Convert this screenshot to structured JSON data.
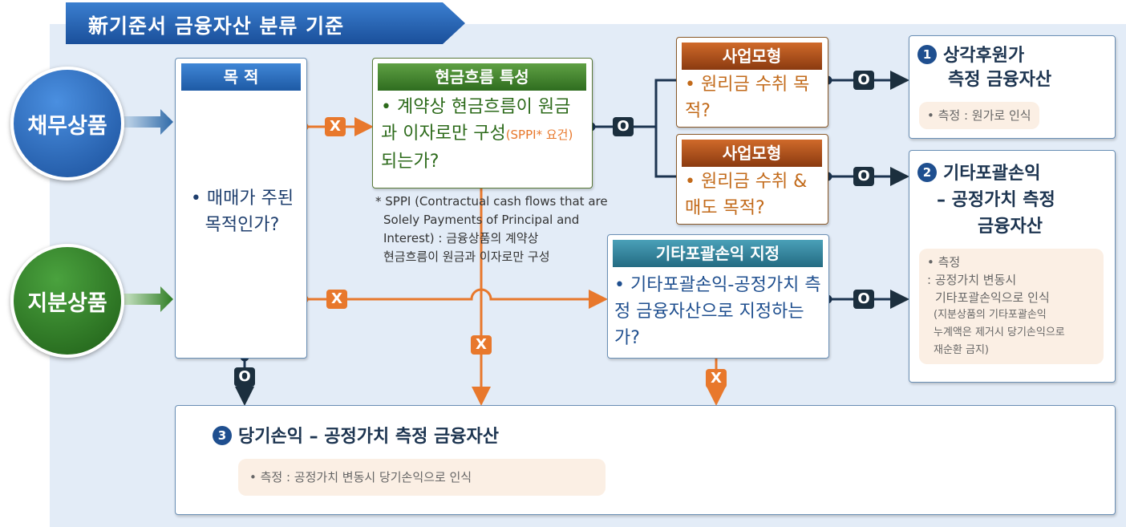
{
  "title": "新기준서 금융자산 분류 기준",
  "inputs": {
    "debt": "채무상품",
    "equity": "지분상품"
  },
  "purpose": {
    "header": "목 적",
    "question": "매매가 주된 목적인가?"
  },
  "cashflow": {
    "header": "현금흐름 특성",
    "question_a": "계약상 현금흐름이 원금과 이자로만",
    "question_b": "구성",
    "question_sppi": "(SPPI* 요건)",
    "question_c": "되는가?"
  },
  "sppi_note": {
    "l1": "* SPPI (Contractual cash flows that are",
    "l2": "Solely Payments of Principal and",
    "l3": "Interest) : 금융상품의 계약상",
    "l4": "현금흐름이 원금과 이자로만 구성"
  },
  "business1": {
    "header": "사업모형",
    "question": "원리금 수취 목적?"
  },
  "business2": {
    "header": "사업모형",
    "question": "원리금 수취 & 매도 목적?"
  },
  "oci_designation": {
    "header": "기타포괄손익 지정",
    "question": "기타포괄손익-공정가치 측정 금융자산으로 지정하는가?"
  },
  "result1": {
    "num": "1",
    "title_a": "상각후원가",
    "title_b": "측정 금융자산",
    "note": "• 측정 : 원가로 인식"
  },
  "result2": {
    "num": "2",
    "title_a": "기타포괄손익",
    "title_b": "– 공정가치 측정",
    "title_c": "금융자산",
    "note_a": "• 측정",
    "note_b": ": 공정가치 변동시",
    "note_c": "기타포괄손익으로 인식",
    "note_d": "(지분상품의 기타포괄손익",
    "note_e": "누계액은 제거시 당기손익으로",
    "note_f": "재순환 금지)"
  },
  "result3": {
    "num": "3",
    "title": "당기손익 – 공정가치 측정 금융자산",
    "note": "• 측정 : 공정가치 변동시 당기손익으로 인식"
  },
  "badges": {
    "yes": "O",
    "no": "X"
  },
  "colors": {
    "navy": "#1c2f3e",
    "orange": "#e8782c",
    "blue": "#1f5fae",
    "green": "#2e7d23"
  }
}
